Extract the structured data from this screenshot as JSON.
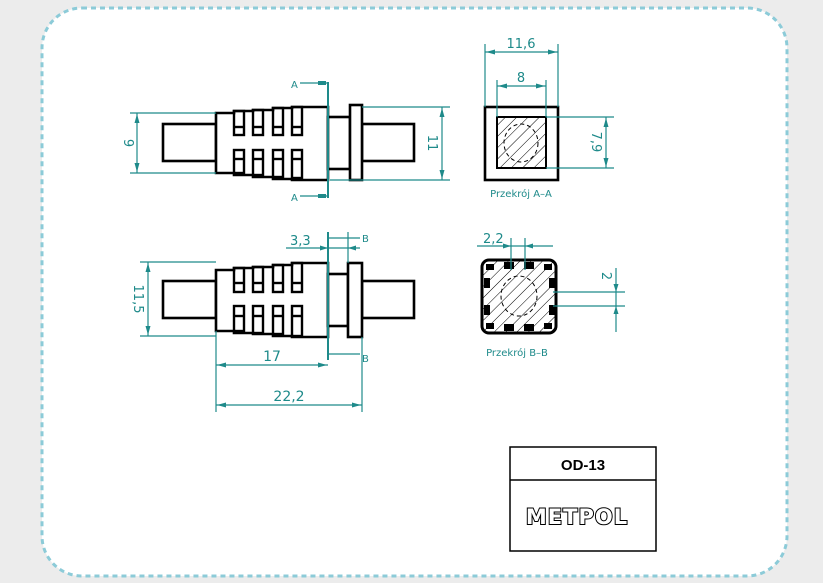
{
  "drawing": {
    "top_view": {
      "dim_left": "9",
      "dim_right": "11",
      "section_marker": "A"
    },
    "bottom_view": {
      "dim_left": "11,5",
      "dim_top": "3,3",
      "dim_17": "17",
      "dim_total": "22,2",
      "section_marker": "B"
    },
    "section_a": {
      "dim_outer": "11,6",
      "dim_inner": "8",
      "dim_height": "7,9",
      "label": "Przekrój A–A"
    },
    "section_b": {
      "dim_rib": "2,2",
      "dim_gap": "2",
      "label": "Przekrój B–B"
    }
  },
  "title_block": {
    "code": "OD-13",
    "logo": "METPOL"
  },
  "colors": {
    "dimension": "#1e8a8a",
    "border": "#8ccbd8"
  }
}
